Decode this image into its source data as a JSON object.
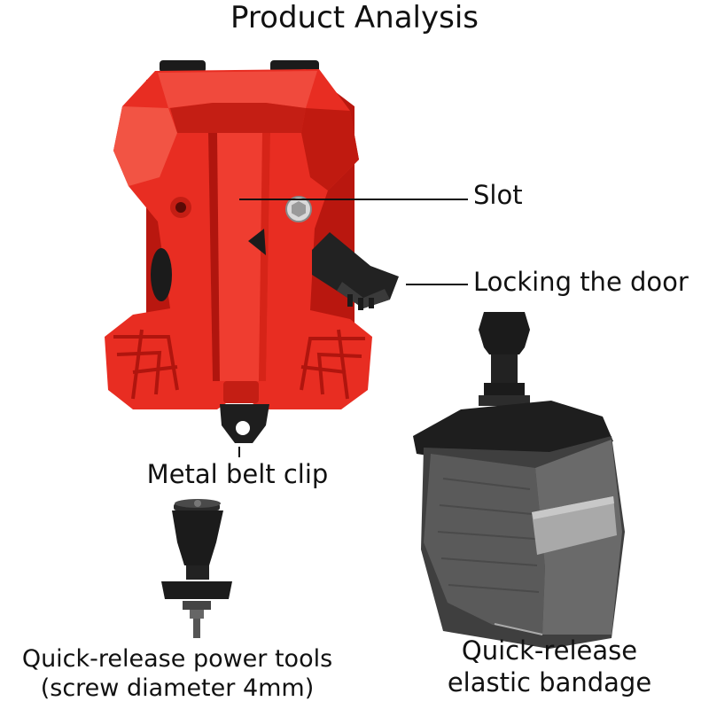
{
  "page": {
    "title": "Product Analysis"
  },
  "callouts": {
    "slot": "Slot",
    "locking_door": "Locking the door",
    "metal_belt_clip": "Metal belt clip"
  },
  "accessories": {
    "power_tools": {
      "line1": "Quick-release power tools",
      "line2": "(screw diameter 4mm)"
    },
    "elastic_bandage": {
      "line1": "Quick-release",
      "line2": "elastic bandage"
    }
  },
  "colors": {
    "holder_red": "#e82d22",
    "holder_dark_red": "#b0150e",
    "rubber_black": "#1b1b1b",
    "strap_grey": "#5a5a5a",
    "velcro_grey": "#a9a9a9"
  }
}
